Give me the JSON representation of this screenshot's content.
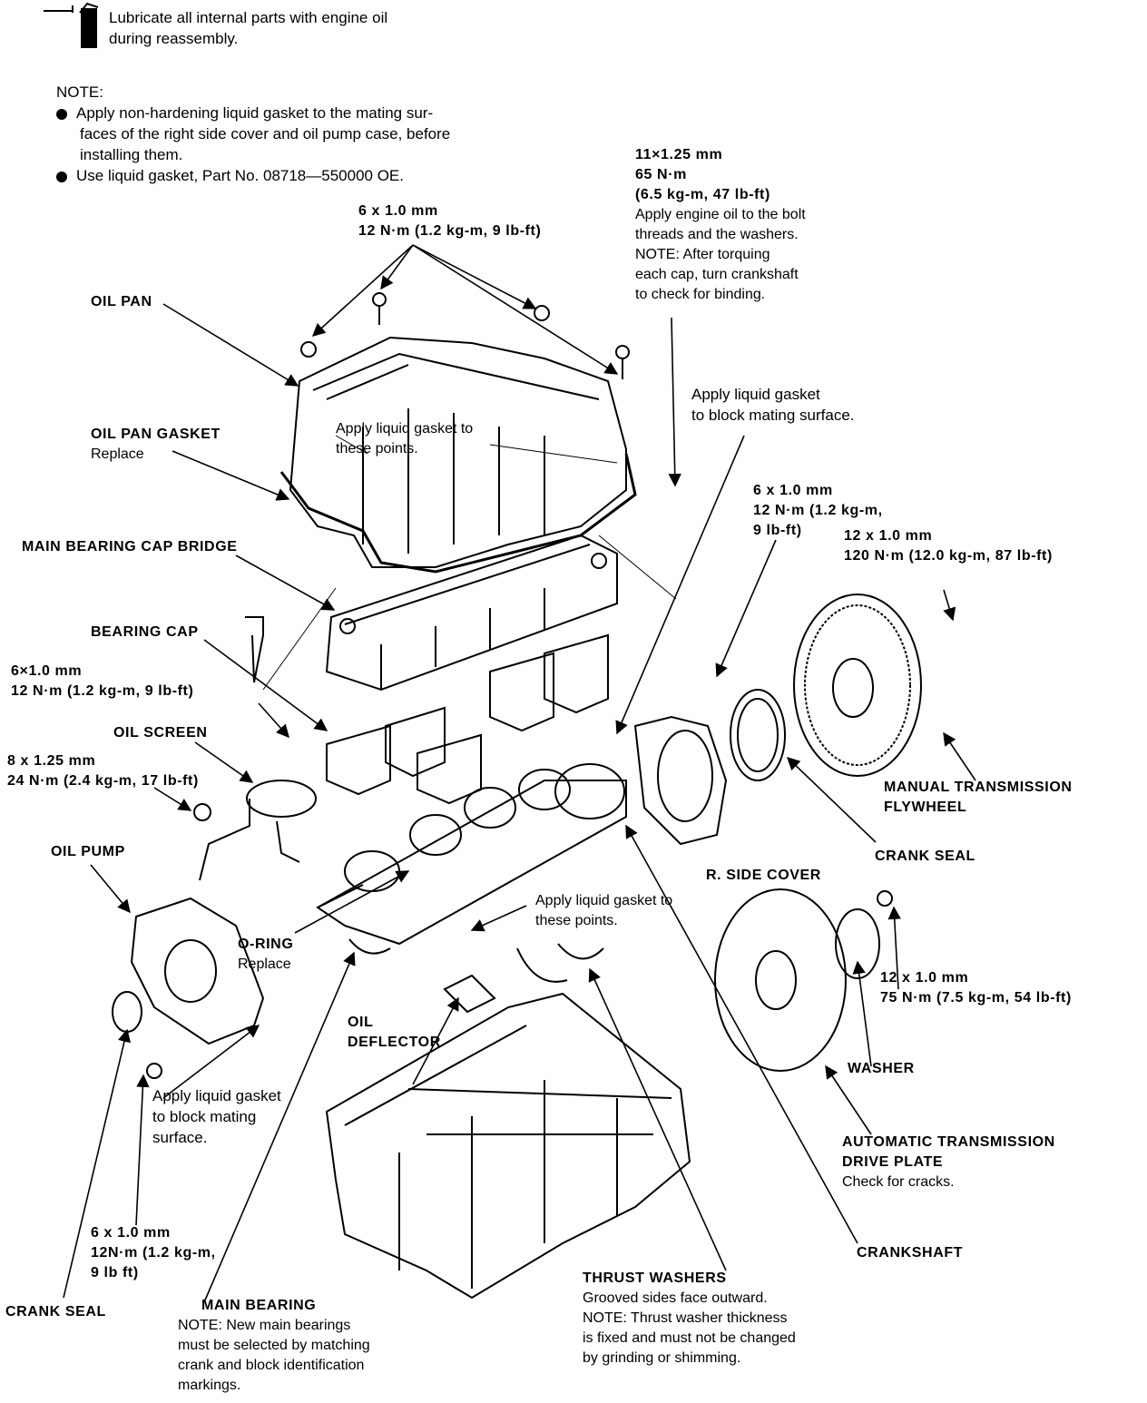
{
  "header": {
    "icon": "oil-can-icon",
    "lines": [
      "Lubricate all internal parts with engine oil",
      "during reassembly."
    ]
  },
  "note": {
    "title": "NOTE:",
    "bullet1": [
      "Apply non-hardening liquid gasket to the mating sur-",
      "faces of the right side cover and oil pump case, before",
      "installing them."
    ],
    "bullet2": "Use liquid gasket, Part No. 08718—550000 OE."
  },
  "labels": {
    "oil_pan_bolt": {
      "size": "6 x 1.0 mm",
      "torque": "12 N·m (1.2 kg-m, 9 lb-ft)"
    },
    "cap_bolt": {
      "lines": [
        "11×1.25 mm",
        "65 N·m",
        "(6.5 kg-m, 47 lb-ft)"
      ],
      "notes": [
        "Apply engine oil to the bolt",
        "threads and the washers.",
        "NOTE: After torquing",
        "each cap, turn crankshaft",
        "to check for binding."
      ]
    },
    "oil_pan": "OIL PAN",
    "oil_pan_gasket": {
      "title": "OIL PAN GASKET",
      "sub": "Replace"
    },
    "apply_points_top": [
      "Apply liquid gasket to",
      "these points."
    ],
    "apply_block_top": [
      "Apply liquid gasket",
      "to block mating surface."
    ],
    "main_bearing_cap_bridge": "MAIN BEARING CAP BRIDGE",
    "side_cover_bolt": [
      "6 x 1.0 mm",
      "12 N·m (1.2 kg-m,",
      "9 lb-ft)"
    ],
    "flywheel_bolt": [
      "12 x 1.0 mm",
      "120 N·m (12.0 kg-m, 87 lb-ft)"
    ],
    "bearing_cap": "BEARING CAP",
    "screen_bolt": [
      "6×1.0 mm",
      "12 N·m (1.2 kg-m, 9 lb-ft)"
    ],
    "oil_screen": "OIL SCREEN",
    "screen_nut": [
      "8 x 1.25 mm",
      "24 N·m (2.4 kg-m, 17 lb-ft)"
    ],
    "manual_flywheel": [
      "MANUAL TRANSMISSION",
      "FLYWHEEL"
    ],
    "crank_seal_right": "CRANK SEAL",
    "oil_pump": "OIL PUMP",
    "r_side_cover": "R. SIDE COVER",
    "apply_points_mid": [
      "Apply liquid gasket to",
      "these points."
    ],
    "o_ring": {
      "title": "O-RING",
      "sub": "Replace"
    },
    "drive_plate_bolt": [
      "12 x 1.0 mm",
      "75 N·m (7.5 kg-m, 54 lb-ft)"
    ],
    "oil_deflector": [
      "OIL",
      "DEFLECTOR"
    ],
    "washer": "WASHER",
    "apply_block_pump": [
      "Apply liquid gasket",
      "to block mating",
      "surface."
    ],
    "at_drive_plate": {
      "title": [
        "AUTOMATIC TRANSMISSION",
        "DRIVE PLATE"
      ],
      "sub": "Check for cracks."
    },
    "pump_bolt": [
      "6 x 1.0 mm",
      "12N·m (1.2 kg-m,",
      "9 lb ft)"
    ],
    "crankshaft": "CRANKSHAFT",
    "thrust_washers": {
      "title": "THRUST WASHERS",
      "notes": [
        "Grooved sides face outward.",
        "NOTE: Thrust washer thickness",
        "is fixed and must not be changed",
        "by grinding or shimming."
      ]
    },
    "crank_seal_left": "CRANK SEAL",
    "main_bearing": {
      "title": "MAIN BEARING",
      "notes": [
        "NOTE: New main bearings",
        "must be selected by matching",
        "crank and block identification",
        "markings."
      ]
    }
  }
}
